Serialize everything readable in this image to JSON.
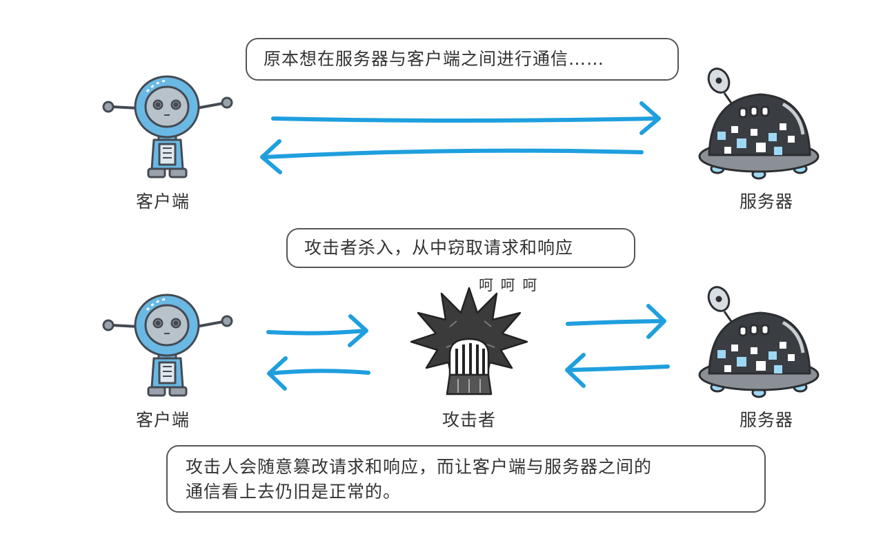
{
  "bubbles": {
    "intent": "原本想在服务器与客户端之间进行通信……",
    "attack": "攻击者杀入，从中窃取请求和响应",
    "tamper_line1": "攻击人会随意篡改请求和响应，而让客户端与服务器之间的",
    "tamper_line2": "通信看上去仍旧是正常的。"
  },
  "labels": {
    "client": "客户端",
    "server": "服务器",
    "attacker": "攻击者"
  },
  "attacker_laugh": "呵 呵 呵",
  "colors": {
    "arrow": "#1f9fde",
    "robot_blue": "#6ab8e4",
    "robot_dark": "#444a52",
    "server_dark": "#3a3d42",
    "server_light": "#9fd8f5",
    "attacker_dark": "#3b3b3b"
  },
  "icons": {
    "client": "client-robot-icon",
    "server": "server-dome-robot-icon",
    "attacker": "spiky-attacker-icon"
  }
}
